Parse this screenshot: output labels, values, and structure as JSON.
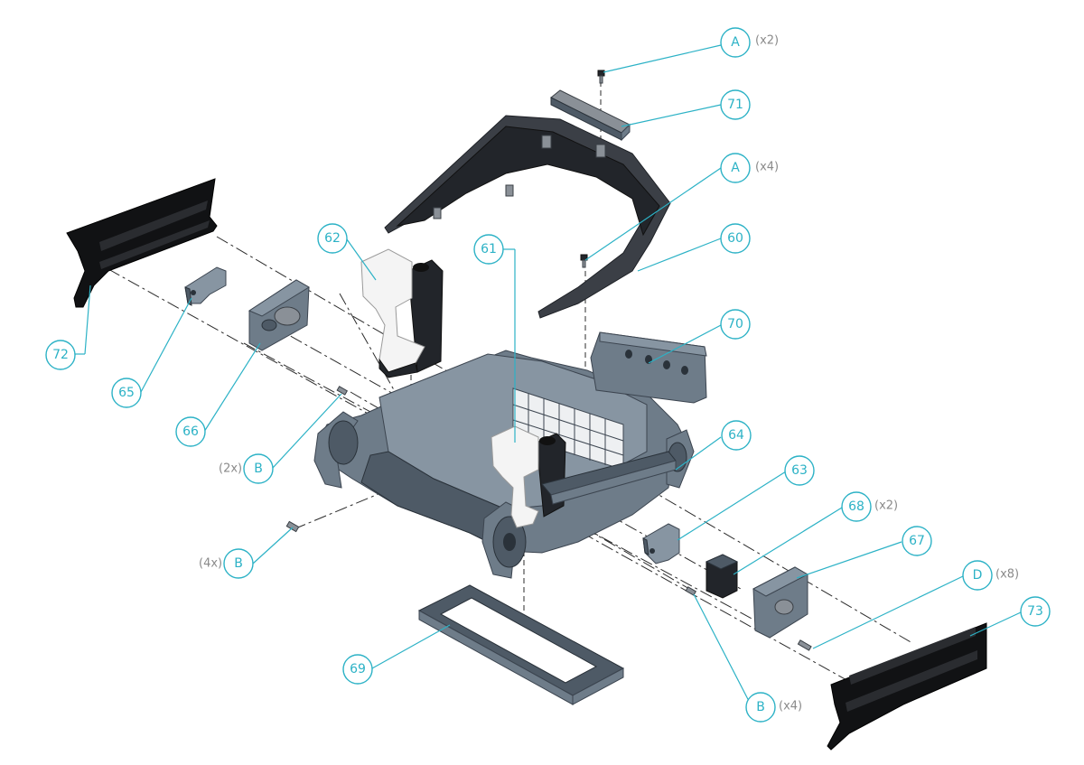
{
  "callouts": [
    {
      "id": "A",
      "qty": "(x2)"
    },
    {
      "id": "71",
      "qty": ""
    },
    {
      "id": "A",
      "qty": "(x4)"
    },
    {
      "id": "62",
      "qty": ""
    },
    {
      "id": "61",
      "qty": ""
    },
    {
      "id": "60",
      "qty": ""
    },
    {
      "id": "70",
      "qty": ""
    },
    {
      "id": "72",
      "qty": ""
    },
    {
      "id": "65",
      "qty": ""
    },
    {
      "id": "66",
      "qty": ""
    },
    {
      "id": "B",
      "qty": "(2x)"
    },
    {
      "id": "64",
      "qty": ""
    },
    {
      "id": "63",
      "qty": ""
    },
    {
      "id": "68",
      "qty": "(x2)"
    },
    {
      "id": "67",
      "qty": ""
    },
    {
      "id": "B",
      "qty": "(4x)"
    },
    {
      "id": "D",
      "qty": "(x8)"
    },
    {
      "id": "73",
      "qty": ""
    },
    {
      "id": "69",
      "qty": ""
    },
    {
      "id": "B",
      "qty": "(x4)"
    }
  ],
  "colors": {
    "callout": "#2cb2c6",
    "qty": "#8a8a8a",
    "part_dark": "#3b3f46",
    "part_slate": "#6e7c89",
    "part_black": "#111214",
    "part_white": "#f4f4f4"
  }
}
